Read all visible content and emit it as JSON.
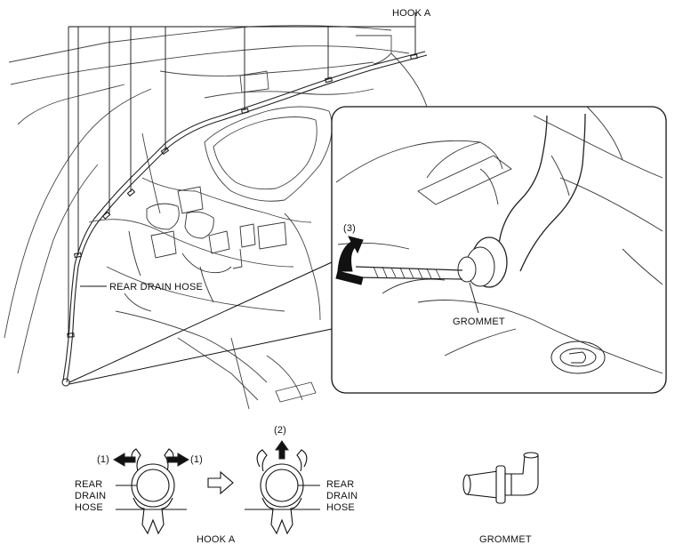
{
  "labels": {
    "hook_a_top": "HOOK A",
    "rear_drain_hose": "REAR DRAIN HOSE",
    "grommet_inset": "GROMMET",
    "step3": "(3)",
    "step1_left": "(1)",
    "step1_right": "(1)",
    "step2": "(2)",
    "hose_left": [
      "REAR",
      "DRAIN",
      "HOSE"
    ],
    "hose_right": [
      "REAR",
      "DRAIN",
      "HOSE"
    ],
    "hook_a_caption": "HOOK A",
    "grommet_caption": "GROMMET"
  },
  "icons": [
    "arrow-left-icon",
    "arrow-right-icon",
    "arrow-up-icon",
    "hollow-arrow-right-icon"
  ]
}
